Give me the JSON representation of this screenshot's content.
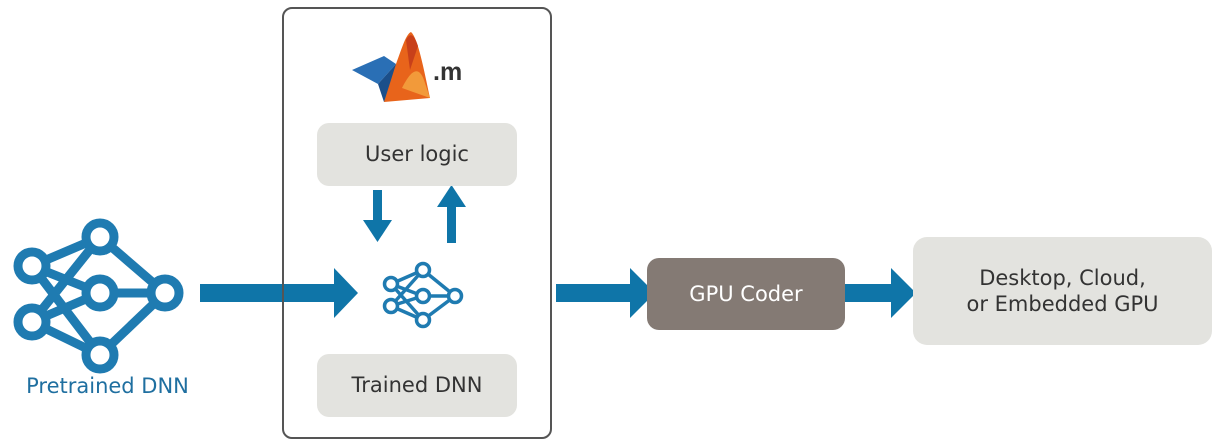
{
  "pretrained": {
    "label": "Pretrained DNN"
  },
  "matlab": {
    "file_ext": ".m"
  },
  "user_logic": {
    "label": "User logic"
  },
  "trained_dnn": {
    "label": "Trained DNN"
  },
  "gpu_coder": {
    "label": "GPU Coder"
  },
  "target": {
    "line1": "Desktop, Cloud,",
    "line2": "or Embedded GPU"
  },
  "colors": {
    "arrow": "#0f75a8",
    "network": "#1f7bb1",
    "gpu_coder_bg": "#847a74",
    "box_bg": "#e3e3df"
  }
}
